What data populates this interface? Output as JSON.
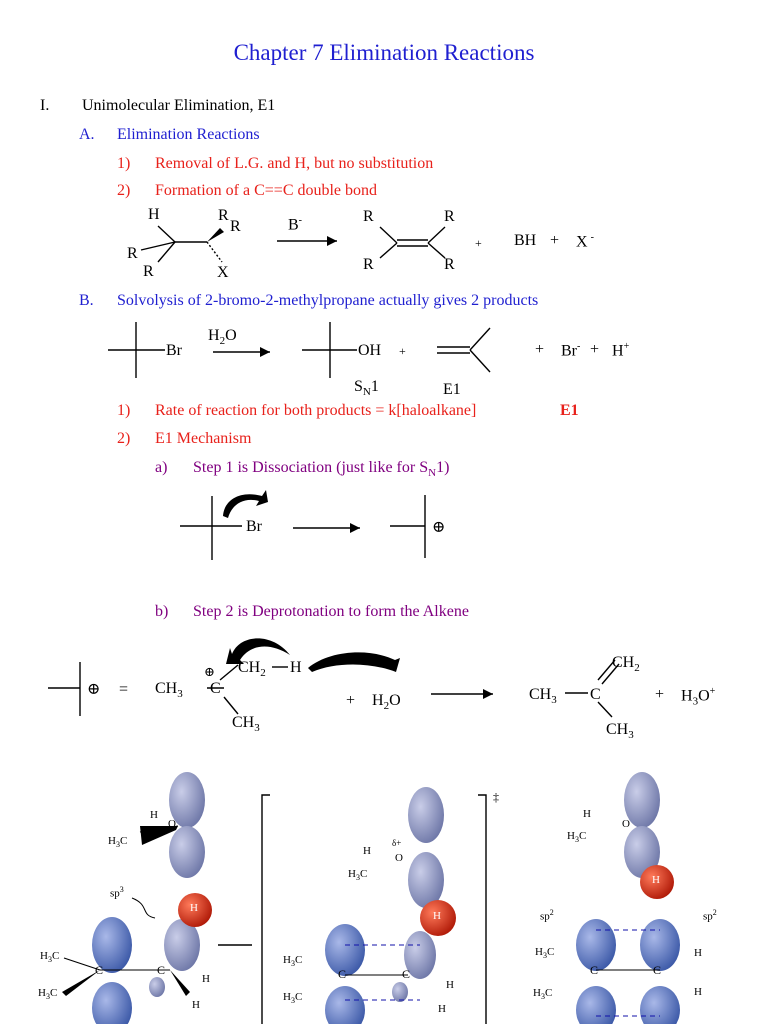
{
  "title": "Chapter 7 Elimination Reactions",
  "section_I": {
    "num": "I.",
    "text": "Unimolecular Elimination, E1"
  },
  "section_A": {
    "num": "A.",
    "text": "Elimination Reactions",
    "items": [
      {
        "num": "1)",
        "text": "Removal of L.G. and H, but no substitution"
      },
      {
        "num": "2)",
        "text": "Formation of a C==C double bond"
      }
    ]
  },
  "section_B": {
    "num": "B.",
    "text": "Solvolysis of 2-bromo-2-methylpropane actually gives 2 products",
    "items": [
      {
        "num": "1)",
        "text": "Rate of reaction for both products = k[haloalkane]",
        "tag": "E1"
      },
      {
        "num": "2)",
        "text": "E1 Mechanism"
      }
    ],
    "sub": [
      {
        "num": "a)",
        "text": "Step 1 is Dissociation (just like for S",
        "sub": "N",
        "tail": "1)"
      },
      {
        "num": "b)",
        "text": "Step 2 is Deprotonation to form the Alkene"
      }
    ]
  },
  "rxn1": {
    "H": "H",
    "R": "R",
    "X": "X",
    "base": "B",
    "base_sup": "-",
    "plus": "+",
    "BH": "BH",
    "plus2": "+",
    "Xminus": "X",
    "minus": "-"
  },
  "rxn2": {
    "Br": "Br",
    "H2O": "H",
    "two": "2",
    "O": "O",
    "OH": "OH",
    "plus": "+",
    "Brm": "Br",
    "Hp": "H",
    "minus": "-",
    "plus_sup": "+",
    "SN1_S": "S",
    "SN1_N": "N",
    "SN1_1": "1",
    "E1": "E1"
  },
  "step1": {
    "Br": "Br",
    "cation": "⊕"
  },
  "step2": {
    "cation": "⊕",
    "eq": "=",
    "CH3": "CH",
    "three": "3",
    "C": "C",
    "CH2": "CH",
    "two": "2",
    "H": "H",
    "plus": "+",
    "H2O": "H",
    "O": "O",
    "HO": "H",
    "Oplus": "O",
    "plus_sup": "+"
  },
  "orbitals": {
    "H3C": "H",
    "H3C_sub": "3",
    "C": "C",
    "H": "H",
    "O": "O",
    "sp3": "sp",
    "sp3_sup": "3",
    "sp2": "sp",
    "sp2_sup": "2",
    "delta_plus": "δ+",
    "dagger": "‡"
  },
  "colors": {
    "title": "#1f1fd0",
    "red": "#e8211b",
    "purple": "#800080",
    "orbital": "#8a93c4",
    "orbital_blue": "#4a6fc0",
    "h_atom": "#d42a10"
  }
}
